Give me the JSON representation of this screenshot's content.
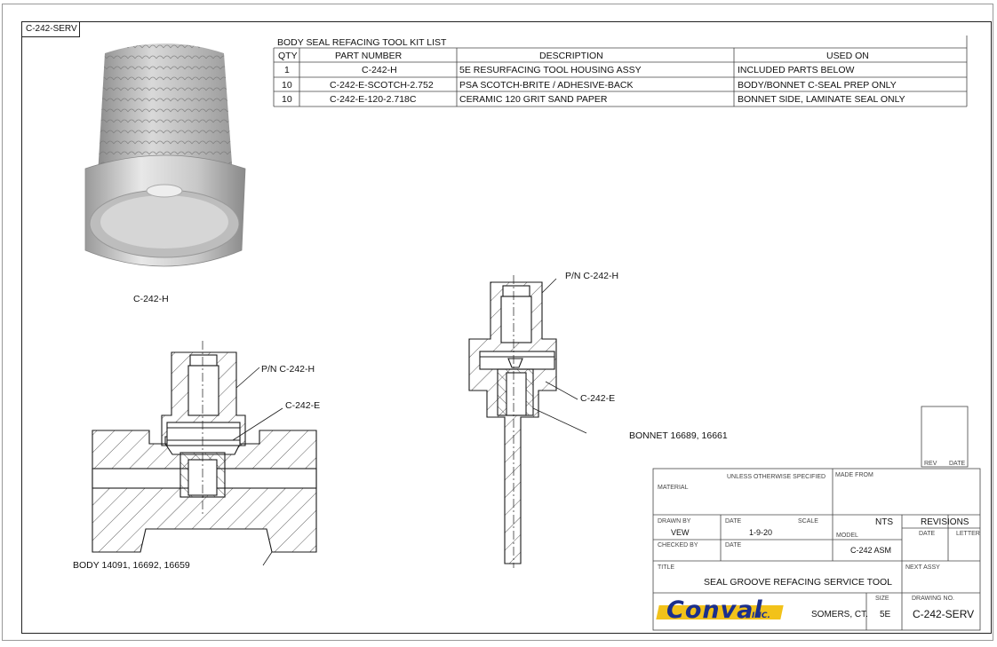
{
  "sheet_tag": "C-242-SERV",
  "kit_table": {
    "title": "BODY SEAL REFACING TOOL KIT LIST",
    "headers": [
      "QTY",
      "PART NUMBER",
      "DESCRIPTION",
      "USED ON"
    ],
    "rows": [
      [
        "1",
        "C-242-H",
        "5E RESURFACING TOOL HOUSING ASSY",
        "INCLUDED PARTS BELOW"
      ],
      [
        "10",
        "C-242-E-SCOTCH-2.752",
        "PSA SCOTCH-BRITE / ADHESIVE-BACK",
        "BODY/BONNET C-SEAL PREP ONLY"
      ],
      [
        "10",
        "C-242-E-120-2.718C",
        "CERAMIC 120 GRIT SAND PAPER",
        "BONNET SIDE, LAMINATE SEAL ONLY"
      ]
    ]
  },
  "labels": {
    "iso_part": "C-242-H",
    "body_pn": "P/N C-242-H",
    "body_e": "C-242-E",
    "body_caption": "BODY 14091, 16692, 16659",
    "bonnet_pn": "P/N C-242-H",
    "bonnet_e": "C-242-E",
    "bonnet_caption": "BONNET 16689, 16661"
  },
  "title_block": {
    "unless": "UNLESS OTHERWISE SPECIFIED",
    "made_from": "MADE FROM",
    "material": "MATERIAL",
    "drawn_by": "DRAWN BY",
    "drawn_by_value": "VEW",
    "date_label": "DATE",
    "date_value": "1-9-20",
    "scale_label": "SCALE",
    "scale_value": "NTS",
    "checked_by": "CHECKED BY",
    "date2_label": "DATE",
    "model_label": "MODEL",
    "model_value": "C-242 ASM",
    "revisions": "REVISIONS",
    "rev_date": "DATE",
    "rev_letter": "LETTER",
    "next_assy": "NEXT ASSY",
    "title_label": "TITLE",
    "title": "SEAL GROOVE REFACING SERVICE TOOL",
    "company": "Conval",
    "company_suffix": "INC.",
    "location": "SOMERS, CT.",
    "size_label": "SIZE",
    "size_value": "5E",
    "drawing_no_label": "DRAWING NO.",
    "drawing_no": "C-242-SERV",
    "rev_box_rev": "REV",
    "rev_box_date": "DATE"
  },
  "colors": {
    "line": "#1a1a1a",
    "hatch": "#333333",
    "brand_blue": "#1b2f8c",
    "brand_yellow": "#f2c21a"
  }
}
